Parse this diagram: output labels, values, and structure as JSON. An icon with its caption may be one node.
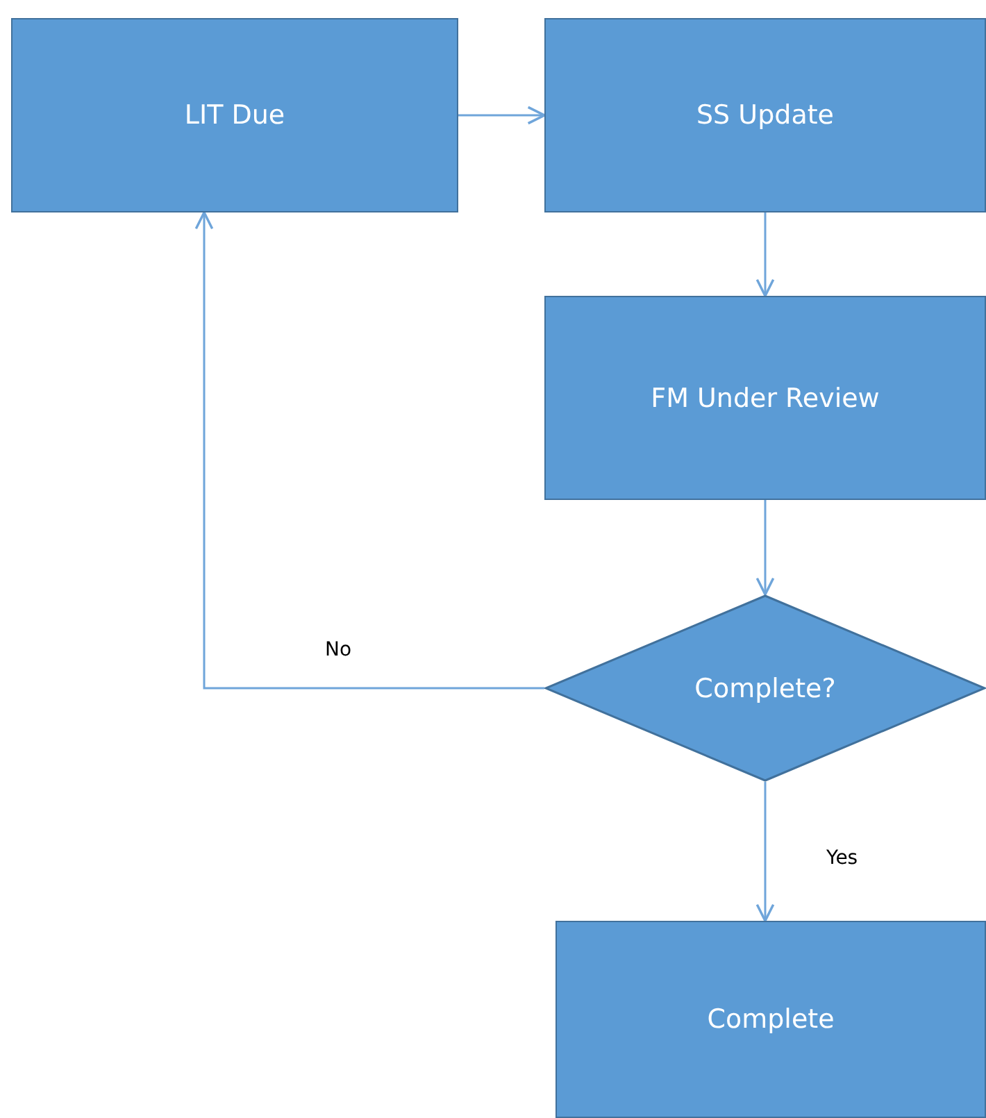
{
  "diagram": {
    "nodes": [
      {
        "text": [
          "LIT Due"
        ]
      },
      {
        "text": [
          "SS Update"
        ]
      },
      {
        "text": [
          "FM Under Review"
        ]
      },
      {
        "text": [
          "Complete?"
        ]
      },
      {
        "text": [
          "Complete"
        ]
      }
    ],
    "edges": [
      {
        "from": 0,
        "to": 1,
        "arrow": "to"
      },
      {
        "from": 1,
        "to": 2,
        "arrow": "to"
      },
      {
        "from": 2,
        "to": 3,
        "arrow": "to"
      },
      {
        "from": 3,
        "to": 0,
        "arrow": "to",
        "label": "No"
      },
      {
        "from": 3,
        "to": 4,
        "arrow": "to",
        "label": "Yes"
      }
    ]
  }
}
